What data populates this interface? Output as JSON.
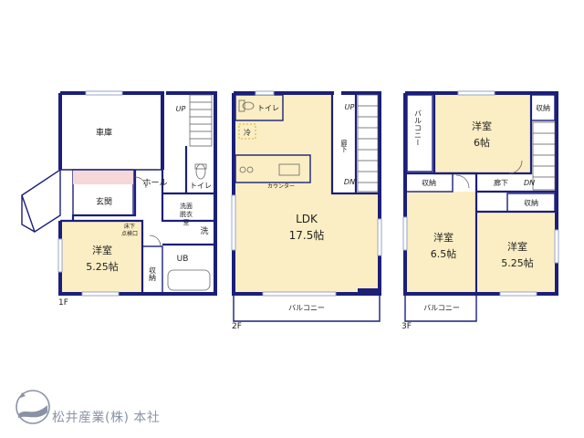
{
  "floors": {
    "f1": {
      "label": "1F",
      "rooms": {
        "garage": "車庫",
        "entrance": "玄関",
        "hall": "ホール",
        "toilet": "トイレ",
        "wash_line1": "洗面",
        "wash_line2": "脱衣",
        "wash_line3": "室",
        "wash_mark": "洗",
        "bath": "UB",
        "storage": "収納",
        "underfloor_line1": "床下",
        "underfloor_line2": "点検口",
        "bedroom": "洋室",
        "bedroom_size": "5.25帖"
      },
      "stair_label": "UP"
    },
    "f2": {
      "label": "2F",
      "rooms": {
        "toilet": "トイレ",
        "fridge": "冷",
        "counter": "カウンター",
        "corridor": "廊下",
        "ldk": "LDK",
        "ldk_size": "17.5帖",
        "balcony": "バルコニー"
      },
      "stair_up": "UP",
      "stair_down": "DN"
    },
    "f3": {
      "label": "3F",
      "rooms": {
        "balcony_side": "バルコニー",
        "room_a": "洋室",
        "room_a_size": "6帖",
        "storage_a": "収納",
        "storage_b": "収納",
        "corridor": "廊下",
        "stair_down": "DN",
        "storage_c": "収納",
        "room_b": "洋室",
        "room_b_size": "6.5帖",
        "room_c": "洋室",
        "room_c_size": "5.25帖",
        "balcony": "バルコニー"
      }
    }
  },
  "company": {
    "name": "松井産業(株) 本社"
  },
  "colors": {
    "wall": "#1b1f7a",
    "room_fill": "#fbeec4",
    "logo": "#8a93a6"
  }
}
